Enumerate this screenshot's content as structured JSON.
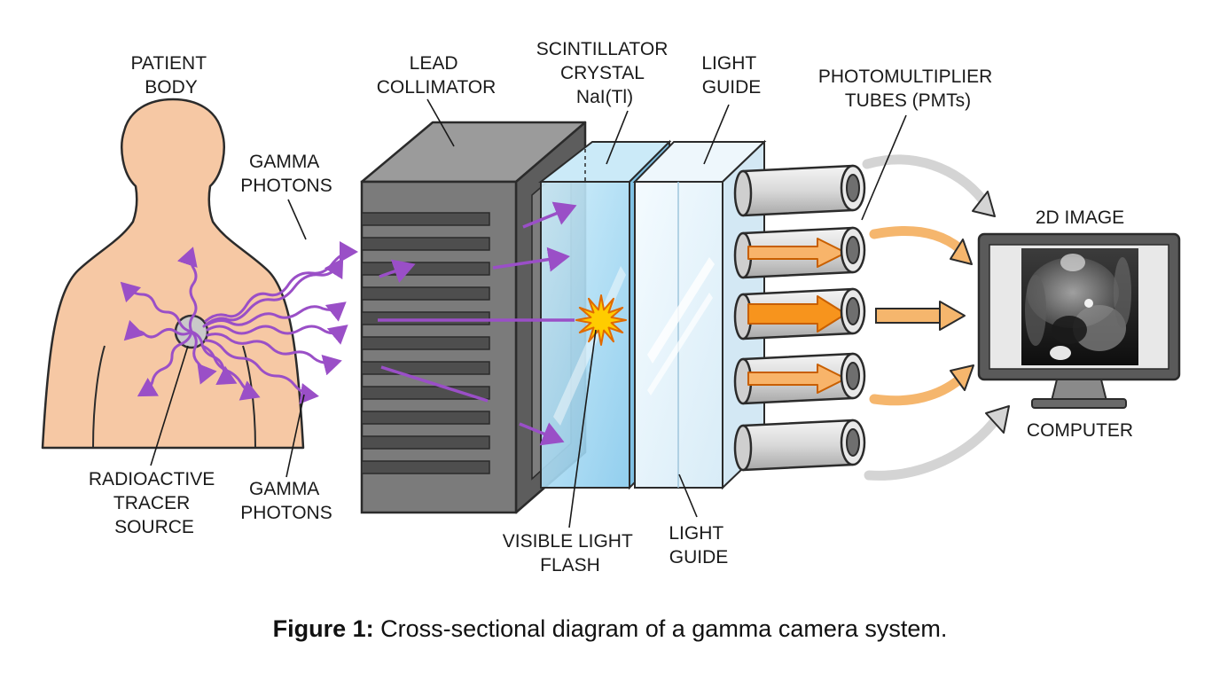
{
  "labels": {
    "patient_body": [
      "PATIENT",
      "BODY"
    ],
    "gamma_photons_top": [
      "GAMMA",
      "PHOTONS"
    ],
    "gamma_photons_bottom": [
      "GAMMA",
      "PHOTONS"
    ],
    "radioactive_source": [
      "RADIOACTIVE",
      "TRACER",
      "SOURCE"
    ],
    "lead_collimator": [
      "LEAD",
      "COLLIMATOR"
    ],
    "scintillator": [
      "SCINTILLATOR",
      "CRYSTAL",
      "NaI(Tl)"
    ],
    "light_guide_top": [
      "LIGHT",
      "GUIDE"
    ],
    "light_guide_bottom": [
      "LIGHT",
      "GUIDE"
    ],
    "visible_flash": [
      "VISIBLE LIGHT",
      "FLASH"
    ],
    "pmts": [
      "PHOTOMULTIPLIER",
      "TUBES (PMTs)"
    ],
    "image_2d": "2D IMAGE",
    "computer": "COMPUTER"
  },
  "caption": {
    "bold": "Figure 1:",
    "text": " Cross-sectional diagram of a gamma camera system."
  },
  "colors": {
    "skin": "#f6c8a4",
    "photon": "#9a4fc7",
    "lead": "#7b7b7b",
    "crystal": "#a9dcf3",
    "guide": "#e6f3fa",
    "pmt": "#d4d4d4",
    "signal": "#f7941d",
    "flash": "#ffcc00"
  }
}
